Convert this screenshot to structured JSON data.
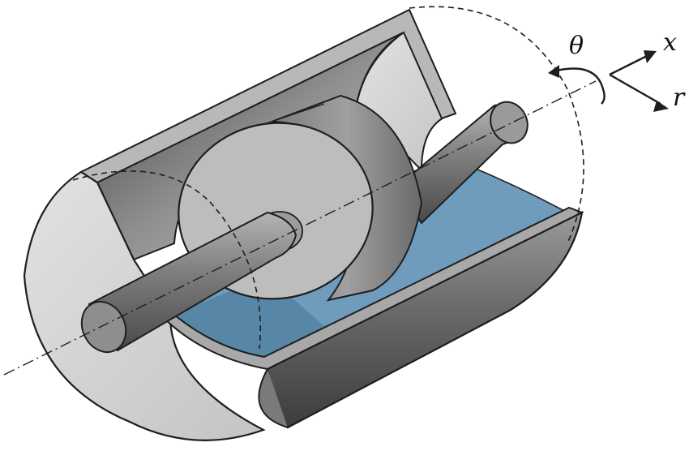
{
  "figure": {
    "labels": {
      "rotation": "θ",
      "axial": "x",
      "radial": "r"
    },
    "colors": {
      "housing_light": "#d9d9d9",
      "housing_mid": "#a9a9a9",
      "housing_dark": "#5b5b5b",
      "fluid": "#6f9cbd",
      "fluid_deep": "#4f7f9f",
      "shaft": "#8e8e8e",
      "disk_face": "#bdbdbd",
      "outline": "#1e1e1e"
    }
  }
}
